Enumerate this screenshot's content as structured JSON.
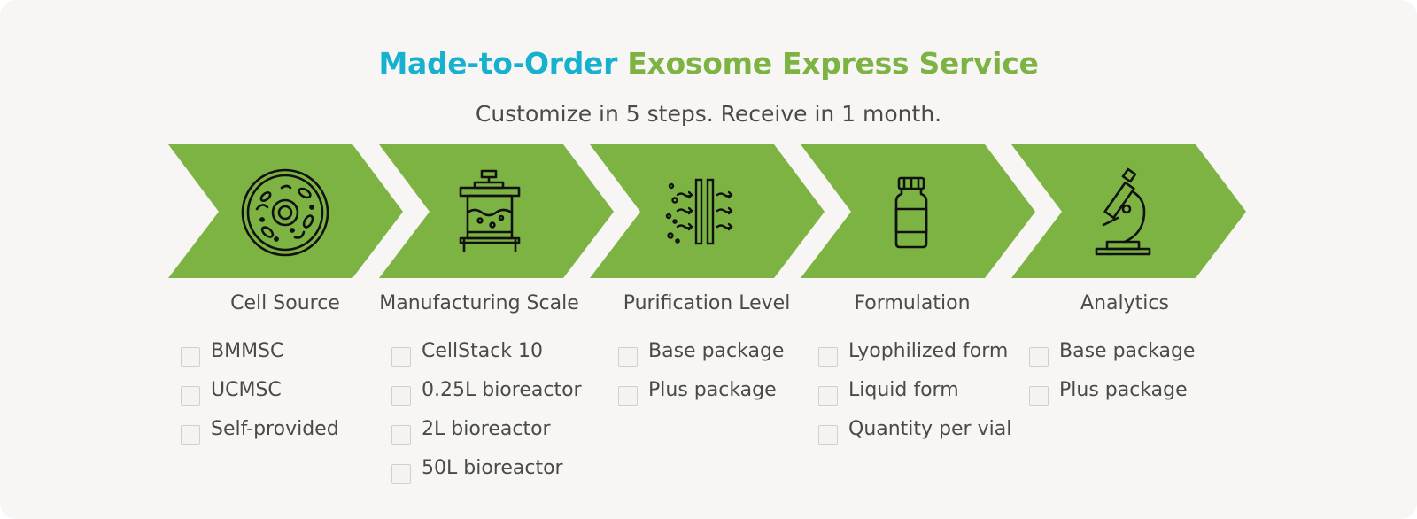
{
  "header": {
    "title_part1": "Made-to-Order",
    "title_part2": "Exosome Express Service",
    "subtitle": "Customize in 5 steps. Receive in 1 month."
  },
  "colors": {
    "accent_blue": "#16b1ce",
    "accent_green": "#7cb342",
    "background": "#f7f6f4",
    "text": "#4a4a4a"
  },
  "steps": [
    {
      "label": "Cell Source",
      "icon": "cell-icon",
      "options": [
        "BMMSC",
        "UCMSC",
        "Self-provided"
      ]
    },
    {
      "label": "Manufacturing Scale",
      "icon": "bioreactor-icon",
      "options": [
        "CellStack 10",
        "0.25L bioreactor",
        "2L bioreactor",
        "50L bioreactor"
      ]
    },
    {
      "label": "Purification Level",
      "icon": "filtration-icon",
      "options": [
        "Base package",
        "Plus package"
      ]
    },
    {
      "label": "Formulation",
      "icon": "vial-icon",
      "options": [
        "Lyophilized form",
        "Liquid form",
        "Quantity per vial"
      ]
    },
    {
      "label": "Analytics",
      "icon": "microscope-icon",
      "options": [
        "Base package",
        "Plus package"
      ]
    }
  ]
}
